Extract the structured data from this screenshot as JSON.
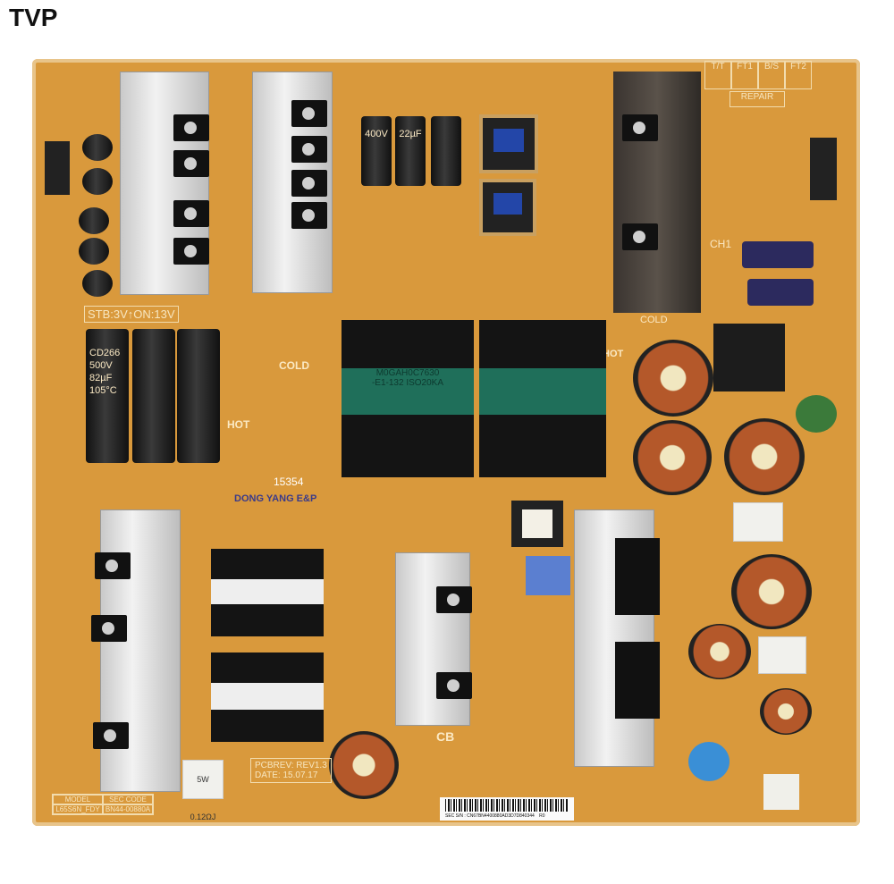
{
  "watermark": "TVP",
  "board": {
    "silkscreen": {
      "standby_note": "STB:3V↑ON:13V",
      "cold_label_1": "COLD",
      "cold_label_2": "COLD",
      "hot_label_1": "HOT",
      "hot_label_2": "HOT",
      "cb_label": "CB",
      "ch1_label": "CH1",
      "repair_label": "REPAIR",
      "test_boxes": [
        "T/T",
        "FT1",
        "B/S",
        "FT2"
      ],
      "pcb_rev": "PCBREV: REV1.3",
      "pcb_date": "DATE: 15.07.17",
      "manufacturer": "DONG YANG E&P",
      "serial_number": "15354"
    },
    "model_table": {
      "headers": [
        "MODEL",
        "SEC CODE"
      ],
      "values": [
        "L65S6N_FDY",
        "BN44-00880A"
      ]
    },
    "resistor_label": "5W 0.12ΩJ",
    "capacitor_markings": [
      "CD266",
      "500V",
      "82µF",
      "105°C"
    ],
    "small_caps_markings": [
      "400V",
      "22µF"
    ],
    "barcode_text": "SEC S/N : CN67BN4400880AD3D7D840344",
    "barcode_suffix": "R0",
    "transformer_markings": [
      "M0GAH0C7630",
      "-E1-132 ISO20KA"
    ]
  },
  "colors": {
    "board": "#d9993c",
    "heatsink": "#e0e0e0",
    "capacitor": "#1a1a1a",
    "transformer_tape": "#1f6f5a",
    "coil_copper": "#b4582a"
  }
}
